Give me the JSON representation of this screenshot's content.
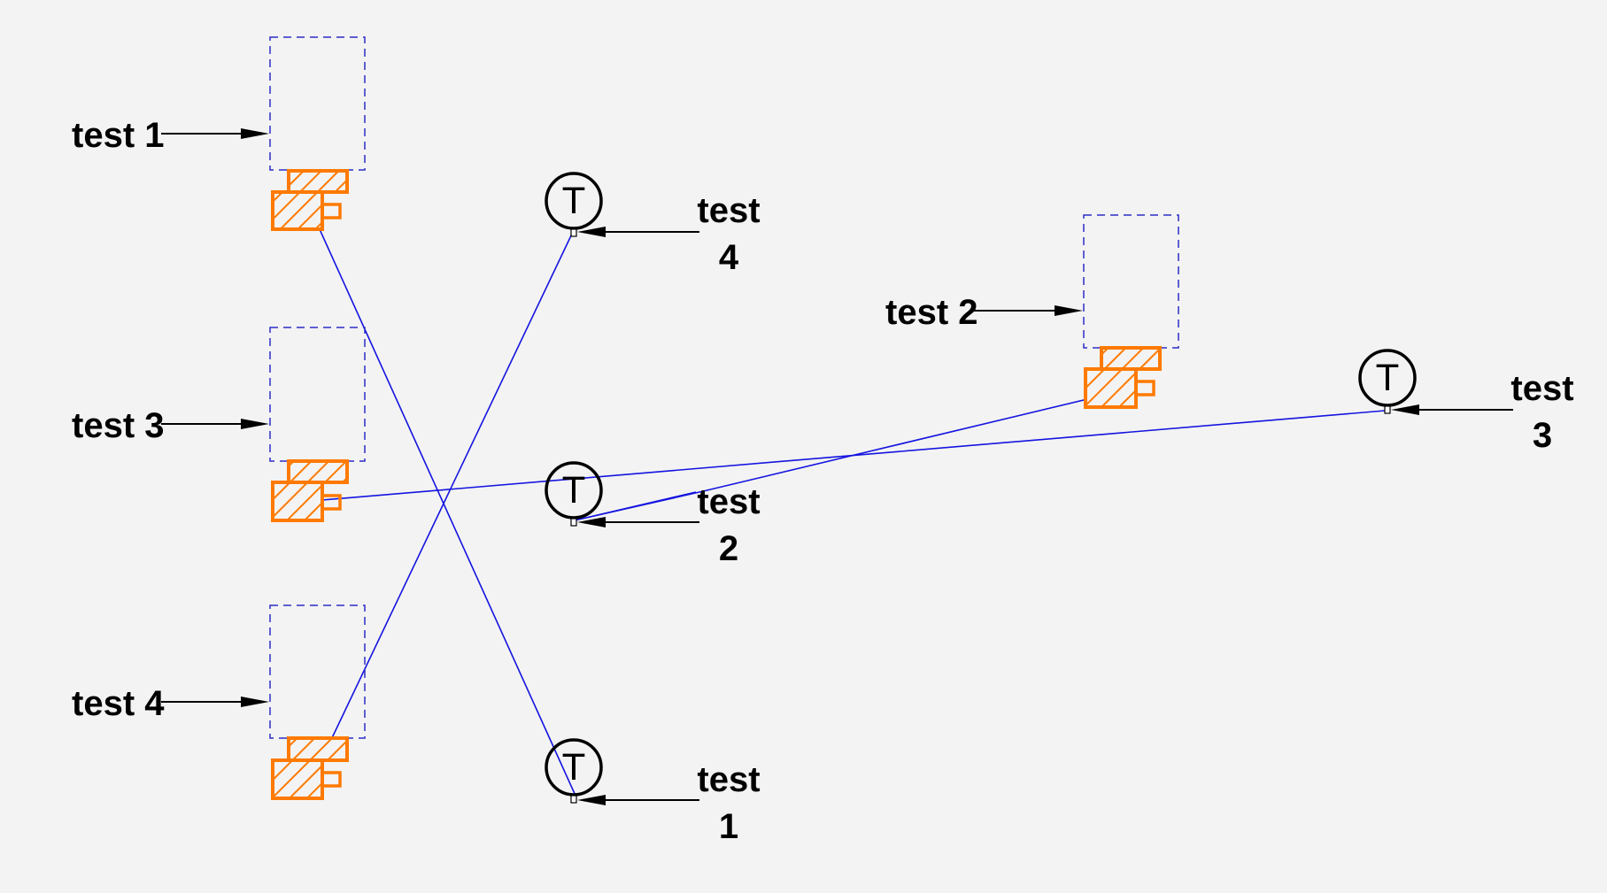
{
  "labels": {
    "box_test1": "test 1",
    "box_test2": "test 2",
    "box_test3": "test 3",
    "box_test4": "test 4",
    "t4_word": "test",
    "t4_num": "4",
    "t2_word": "test",
    "t2_num": "2",
    "t3_word": "test",
    "t3_num": "3",
    "t1_word": "test",
    "t1_num": "1"
  },
  "terminal_symbol": "T",
  "colors": {
    "background": "#f3f3f3",
    "wire": "#1414e0",
    "dashed_box": "#2d2dc8",
    "device": "#ff7a00",
    "text": "#000000"
  }
}
